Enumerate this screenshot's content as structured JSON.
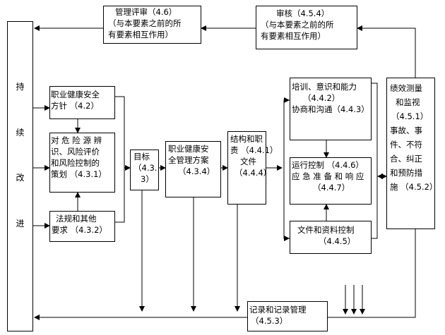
{
  "boxes": {
    "continuous_improvement": [
      "持",
      "续",
      "改",
      "进"
    ],
    "management_review": [
      "管理评审（4.6）",
      "（与本要素之前的所",
      "有要素相互作用）"
    ],
    "audit": [
      "审核（4.5.4）",
      "（与本要素之前的所",
      "有要素相互作用）"
    ],
    "ohs_policy": [
      "职业健康安全",
      "方针 （4.2）"
    ],
    "hazard_identification": [
      "对 危 险 源 辨",
      "识、风险评价",
      "和风险控制的",
      "策划 （4.3.1）"
    ],
    "legal_requirements": [
      "法规和其他",
      "要求 （4.3.2）"
    ],
    "objectives": [
      "目标",
      "（4.3.",
      "3）"
    ],
    "ohs_programme": [
      "职业健康安",
      "全管理方案",
      "（4.3.4）"
    ],
    "structure_responsibility": [
      "结构和职",
      "责 （4.4.1）",
      "文件",
      "（4.4.4）"
    ],
    "training_communication": [
      "培训、意识和能力",
      "（4.4.2）",
      "协商和沟通（4.4.3）"
    ],
    "operational_control": [
      "运行控制 （4.4.6）",
      "应 急 准 备 和 响 应",
      "（4.4.7）"
    ],
    "document_control": [
      "文件和资料控制",
      "（4.4.5）"
    ],
    "performance_measurement": [
      "绩效测量",
      "和监视",
      "（4.5.1）",
      "事故、事",
      "件、不符",
      "合、纠正",
      "和预防措",
      "施 （4.5.2）"
    ],
    "records": [
      "记录和记录管理",
      "（4.5.3）"
    ]
  }
}
